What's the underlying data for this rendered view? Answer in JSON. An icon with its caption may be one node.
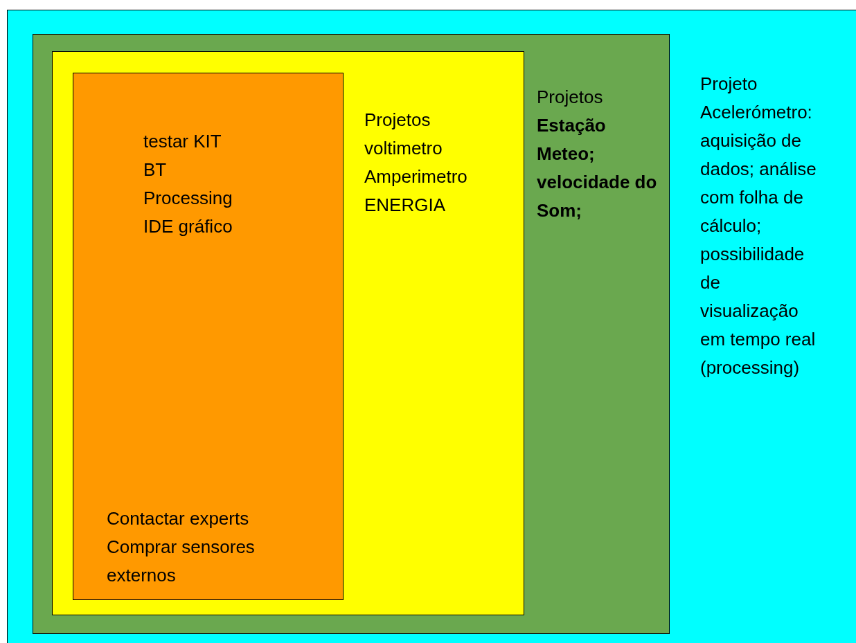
{
  "diagram": {
    "nodes": [
      {
        "text": [
          "Projeto Acelerómetro: aquisição de dados; análise com folha de cálculo; possibilidade de visualização em tempo real (processing)"
        ]
      },
      {
        "text": [
          "Projetos **Estação Meteo; velocidade do Som;**"
        ],
        "in": 0
      },
      {
        "text": [
          "Projetos voltimetro Amperimetro ENERGIA"
        ],
        "in": 1
      },
      {
        "text": [
          "testar KIT BT Processing IDE gráfico",
          "Contactar experts Comprar sensores externos"
        ],
        "in": 2
      }
    ]
  }
}
